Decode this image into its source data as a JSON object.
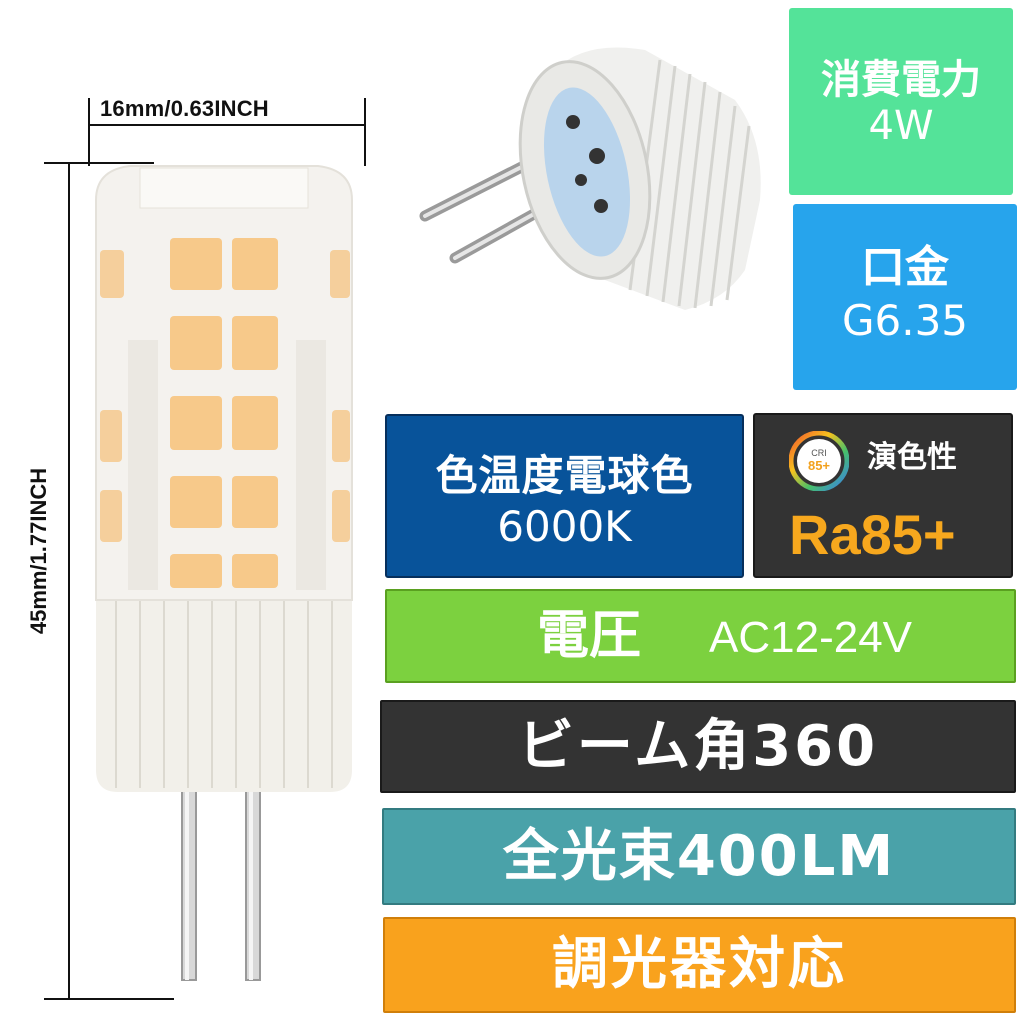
{
  "dimensions": {
    "width_label": "16mm/0.63INCH",
    "height_label": "45mm/1.77INCH"
  },
  "specs": {
    "power": {
      "label": "消費電力",
      "value": "4W",
      "color": "#54e399"
    },
    "base": {
      "label": "口金",
      "value": "G6.35",
      "color": "#27a4ec"
    },
    "color_temperature": {
      "label": "色温度電球色",
      "value": "6000K",
      "color": "#08539a"
    },
    "cri": {
      "badge_top": "CRI",
      "badge_value": "85+",
      "label": "演色性",
      "value": "Ra85+",
      "value_color": "#f7a81e",
      "color": "#333333"
    },
    "voltage": {
      "label": "電圧",
      "value": "AC12-24V",
      "color": "#7cd13f"
    },
    "beam_angle": {
      "text": "ビーム角360",
      "color": "#333333"
    },
    "luminous_flux": {
      "text": "全光束400LM",
      "color": "#4aa2a9"
    },
    "dimmable": {
      "text": "調光器対応",
      "color": "#f9a21d"
    }
  },
  "images": {
    "bulb": "led-corn-bulb-image",
    "base_closeup": "bulb-base-closeup-image"
  }
}
